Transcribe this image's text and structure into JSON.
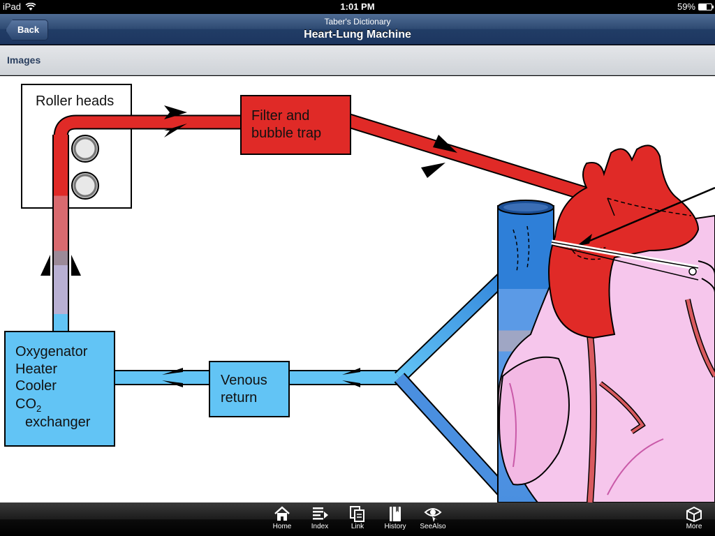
{
  "status_bar": {
    "device": "iPad",
    "time": "1:01 PM",
    "battery": "59%",
    "battery_level": 0.59
  },
  "nav_bar": {
    "back_label": "Back",
    "subtitle": "Taber's Dictionary",
    "title": "Heart-Lung Machine"
  },
  "section": {
    "label": "Images"
  },
  "diagram": {
    "labels": {
      "roller_heads": "Roller heads",
      "filter_line1": "Filter and",
      "filter_line2": "bubble trap",
      "oxygenator": "Oxygenator",
      "heater": "Heater",
      "cooler": "Cooler",
      "co2_main": "CO",
      "co2_sub": "2",
      "exchanger": "exchanger",
      "venous_line1": "Venous",
      "venous_line2": "return"
    },
    "colors": {
      "arterial": "#e02a27",
      "venous": "#62c4f5",
      "vein_dark": "#2e7fd8",
      "heart_pink": "#f6c6ec"
    }
  },
  "tab_bar": {
    "items": [
      {
        "label": "Home",
        "icon": "home-icon"
      },
      {
        "label": "Index",
        "icon": "index-icon"
      },
      {
        "label": "Link",
        "icon": "link-icon"
      },
      {
        "label": "History",
        "icon": "history-icon"
      },
      {
        "label": "SeeAlso",
        "icon": "see-also-icon"
      },
      {
        "label": "More",
        "icon": "more-icon"
      }
    ]
  }
}
